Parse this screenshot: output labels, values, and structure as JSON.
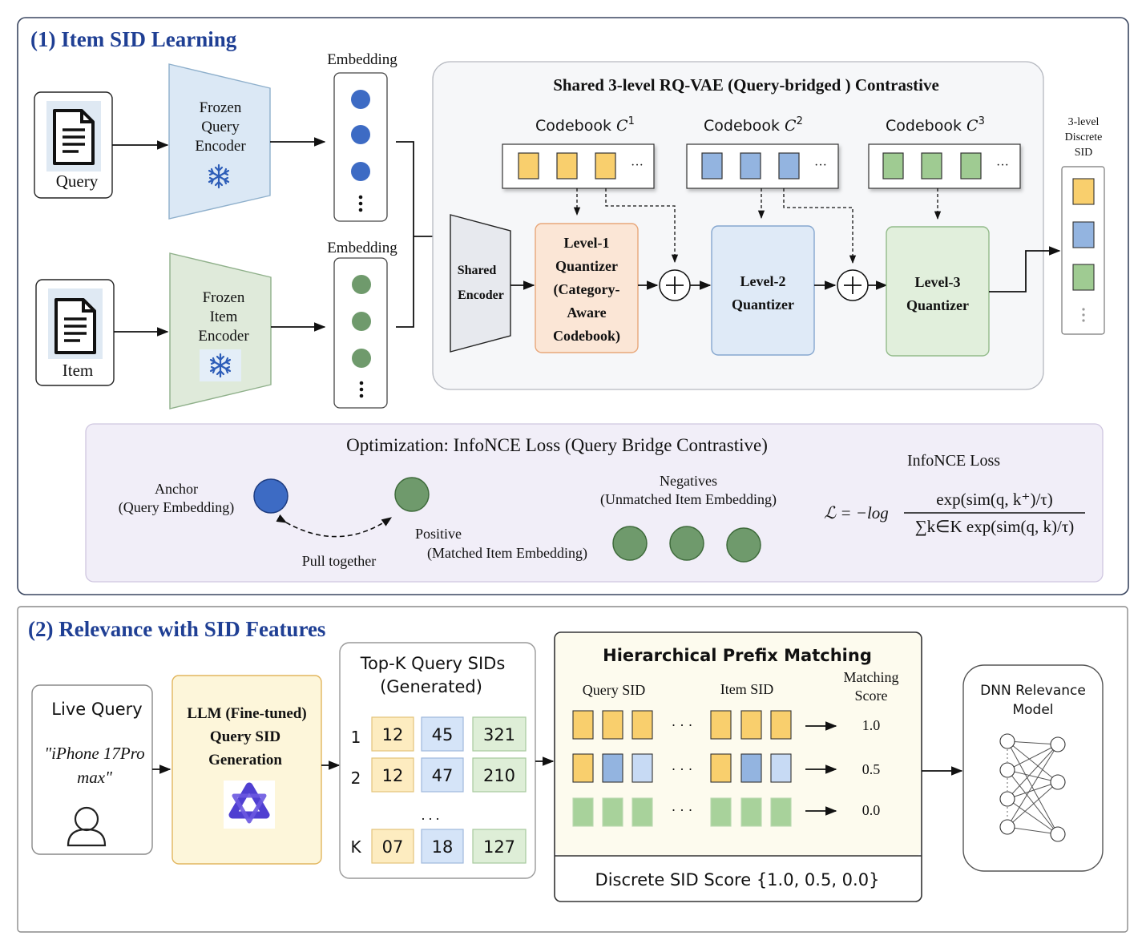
{
  "section1": {
    "title": "(1) Item SID Learning",
    "query_label": "Query",
    "item_label": "Item",
    "query_encoder": [
      "Frozen",
      "Query",
      "Encoder"
    ],
    "item_encoder": [
      "Frozen",
      "Item",
      "Encoder"
    ],
    "embedding_label": "Embedding",
    "shared_box_title": "Shared 3-level RQ-VAE (Query-bridged ) Contrastive",
    "codebooks": [
      {
        "label": "Codebook",
        "symbol": "C",
        "sup": "1",
        "color": "#f9cf6d"
      },
      {
        "label": "Codebook",
        "symbol": "C",
        "sup": "2",
        "color": "#93b4e0"
      },
      {
        "label": "Codebook",
        "symbol": "C",
        "sup": "3",
        "color": "#9fcb92"
      }
    ],
    "codebook_ellipsis": "···",
    "shared_encoder": [
      "Shared",
      "Encoder"
    ],
    "level1": [
      "Level-1",
      "Quantizer",
      "(Category-",
      "Aware",
      "Codebook)"
    ],
    "level2": [
      "Level-2",
      "Quantizer"
    ],
    "level3": [
      "Level-3",
      "Quantizer"
    ],
    "plus_symbol": "+",
    "output_label": [
      "3-level",
      "Discrete",
      "SID"
    ],
    "optimization": {
      "title": "Optimization: InfoNCE Loss (Query Bridge Contrastive)",
      "anchor": [
        "Anchor",
        "(Query Embedding)"
      ],
      "positive": [
        "Positive",
        "(Matched Item Embedding)"
      ],
      "pull": "Pull together",
      "negatives": [
        "Negatives",
        "(Unmatched Item Embedding)"
      ],
      "loss_title": "InfoNCE Loss",
      "formula_lhs": "ℒ = −log",
      "numerator": "exp(sim(q, k⁺)/τ)",
      "denominator": "∑k∈K exp(sim(q, k)/τ)"
    }
  },
  "section2": {
    "title": "(2) Relevance with SID Features",
    "live_query_title": "Live Query",
    "live_query_text": [
      "\"iPhone 17Pro",
      "max\""
    ],
    "llm": [
      "LLM (Fine-tuned)",
      "Query SID",
      "Generation"
    ],
    "topk_title": [
      "Top-K Query SIDs",
      "(Generated)"
    ],
    "topk_rows": [
      {
        "rank": "1",
        "codes": [
          "12",
          "45",
          "321"
        ]
      },
      {
        "rank": "2",
        "codes": [
          "12",
          "47",
          "210"
        ]
      },
      {
        "rank": "K",
        "codes": [
          "07",
          "18",
          "127"
        ]
      }
    ],
    "topk_ellipsis": ". . .",
    "hpm_title": "Hierarchical Prefix Matching",
    "query_sid_label": "Query SID",
    "item_sid_label": "Item SID",
    "matching_score_label": [
      "Matching",
      "Score"
    ],
    "row_ellipsis": "· · ·",
    "scores": [
      "1.0",
      "0.5",
      "0.0"
    ],
    "discrete_score": "Discrete SID Score   {1.0, 0.5, 0.0}",
    "dnn": [
      "DNN Relevance",
      "Model"
    ]
  },
  "colors": {
    "title_blue": "#1f3f94",
    "yellow": "#f9cf6d",
    "blue": "#93b4e0",
    "light_blue": "#c7daf4",
    "green": "#9fcb92",
    "dot_blue": "#3d6bc4",
    "dot_green": "#6f9a6c",
    "optimization_bg": "#f1eef8"
  }
}
